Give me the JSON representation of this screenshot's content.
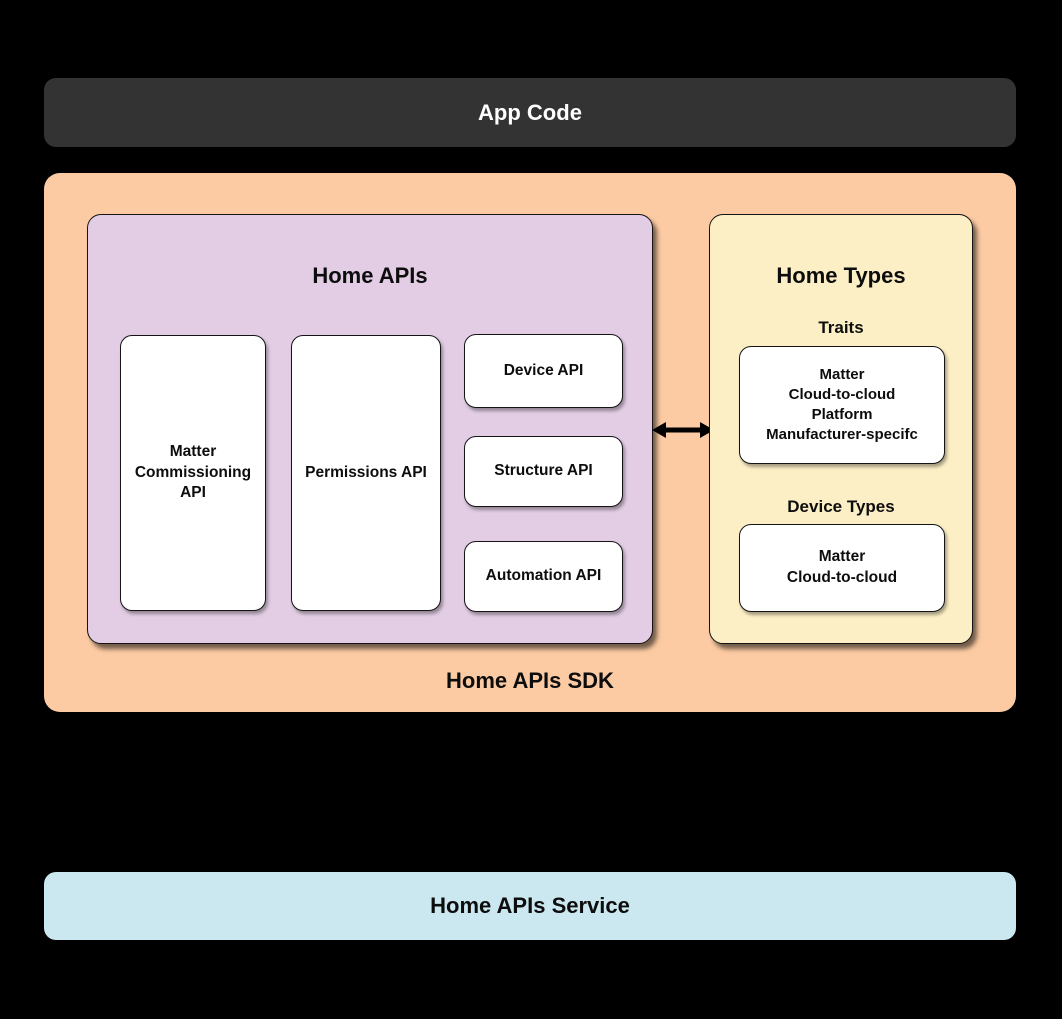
{
  "app_code": {
    "label": "App Code"
  },
  "sdk": {
    "label": "Home APIs SDK",
    "home_apis": {
      "title": "Home APIs",
      "matter_commissioning_api": "Matter\nCommissioning\nAPI",
      "permissions_api": "Permissions API",
      "device_api": "Device API",
      "structure_api": "Structure API",
      "automation_api": "Automation API"
    },
    "home_types": {
      "title": "Home Types",
      "traits_label": "Traits",
      "traits_items": "Matter\nCloud-to-cloud\nPlatform\nManufacturer-specifc",
      "device_types_label": "Device Types",
      "device_types_items": "Matter\nCloud-to-cloud"
    }
  },
  "service": {
    "label": "Home APIs Service"
  },
  "colors": {
    "background": "#000000",
    "app_code_bg": "#333333",
    "app_code_text": "#ffffff",
    "sdk_bg": "#fccba3",
    "home_apis_bg": "#e2cde4",
    "home_types_bg": "#fdefc5",
    "service_bg": "#cbe7f0",
    "card_bg": "#ffffff",
    "border": "#141414",
    "text": "#0d0d0d"
  }
}
